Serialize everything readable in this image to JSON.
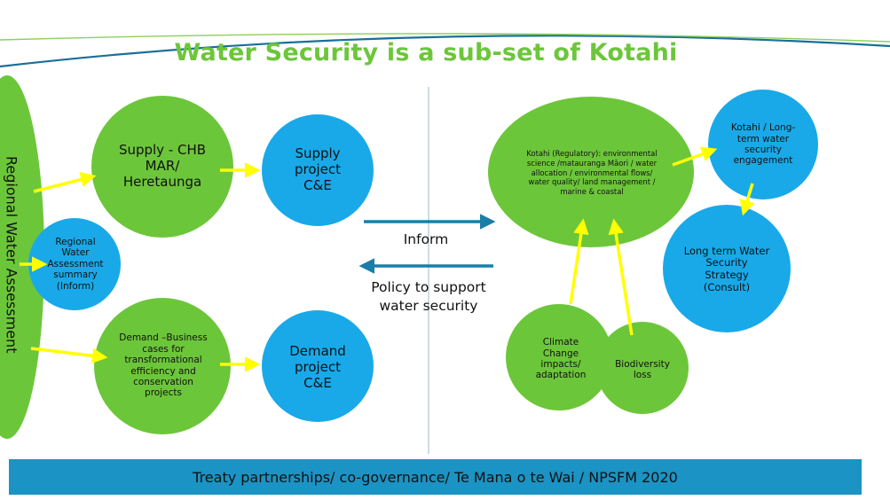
{
  "title": "Water Security is a sub-set of Kotahi",
  "side_label": "Regional Water Assessment",
  "nodes": {
    "supply_chb": "Supply - CHB MAR/ Heretaunga",
    "supply_project": "Supply project C&E",
    "rwa_summary": "Regional Water Assessment summary (Inform)",
    "demand_business": "Demand –Business cases for transformational efficiency and conservation projects",
    "demand_project": "Demand project C&E",
    "kotahi_regulatory": "Kotahi (Regulatory): environmental science /matauranga Māori / water allocation / environmental flows/ water quality/ land management / marine & coastal",
    "kotahi_engagement": "Kotahi / Long-term water security engagement",
    "long_term_strategy": "Long term Water Security Strategy (Consult)",
    "climate_change": "Climate Change impacts/ adaptation",
    "biodiversity": "Biodiversity loss"
  },
  "flows": {
    "inform": "Inform",
    "policy": "Policy to support water security"
  },
  "banner": "Treaty partnerships/ co-governance/ Te Mana o te Wai / NPSFM 2020",
  "colors": {
    "green": "#6cc63a",
    "blue": "#19a9e8",
    "yellow": "#ffff00",
    "arrow_blue": "#1a7ea8",
    "banner": "#1b93c4",
    "title": "#6cc63a"
  }
}
